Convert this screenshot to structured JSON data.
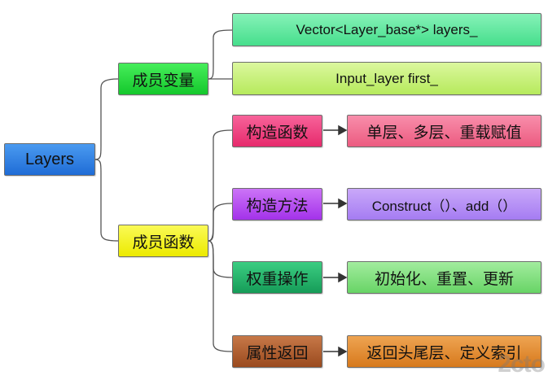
{
  "root": {
    "label": "Layers",
    "color": "#2f7fe0"
  },
  "branches": [
    {
      "label": "成员变量",
      "color": "#1edc3a",
      "children": [
        {
          "label": "Vector<Layer_base*> layers_",
          "color": "#5fe8a0"
        },
        {
          "label": "Input_layer first_",
          "color": "#c7f07a"
        }
      ]
    },
    {
      "label": "成员函数",
      "color": "#f3f00a",
      "children": [
        {
          "label": "构造函数",
          "color": "#f0387a",
          "detail": {
            "label": "单层、多层、重载赋值",
            "color": "#f06a8e"
          }
        },
        {
          "label": "构造方法",
          "color": "#b64af0",
          "detail": {
            "label": "Construct（）、add（）",
            "color": "#b68cf5"
          }
        },
        {
          "label": "权重操作",
          "color": "#22b46a",
          "detail": {
            "label": "初始化、重置、更新",
            "color": "#7fe07f"
          }
        },
        {
          "label": "属性返回",
          "color": "#b05a2a",
          "detail": {
            "label": "返回头尾层、定义索引",
            "color": "#e08a2a"
          }
        }
      ]
    }
  ],
  "watermark": "2cto"
}
